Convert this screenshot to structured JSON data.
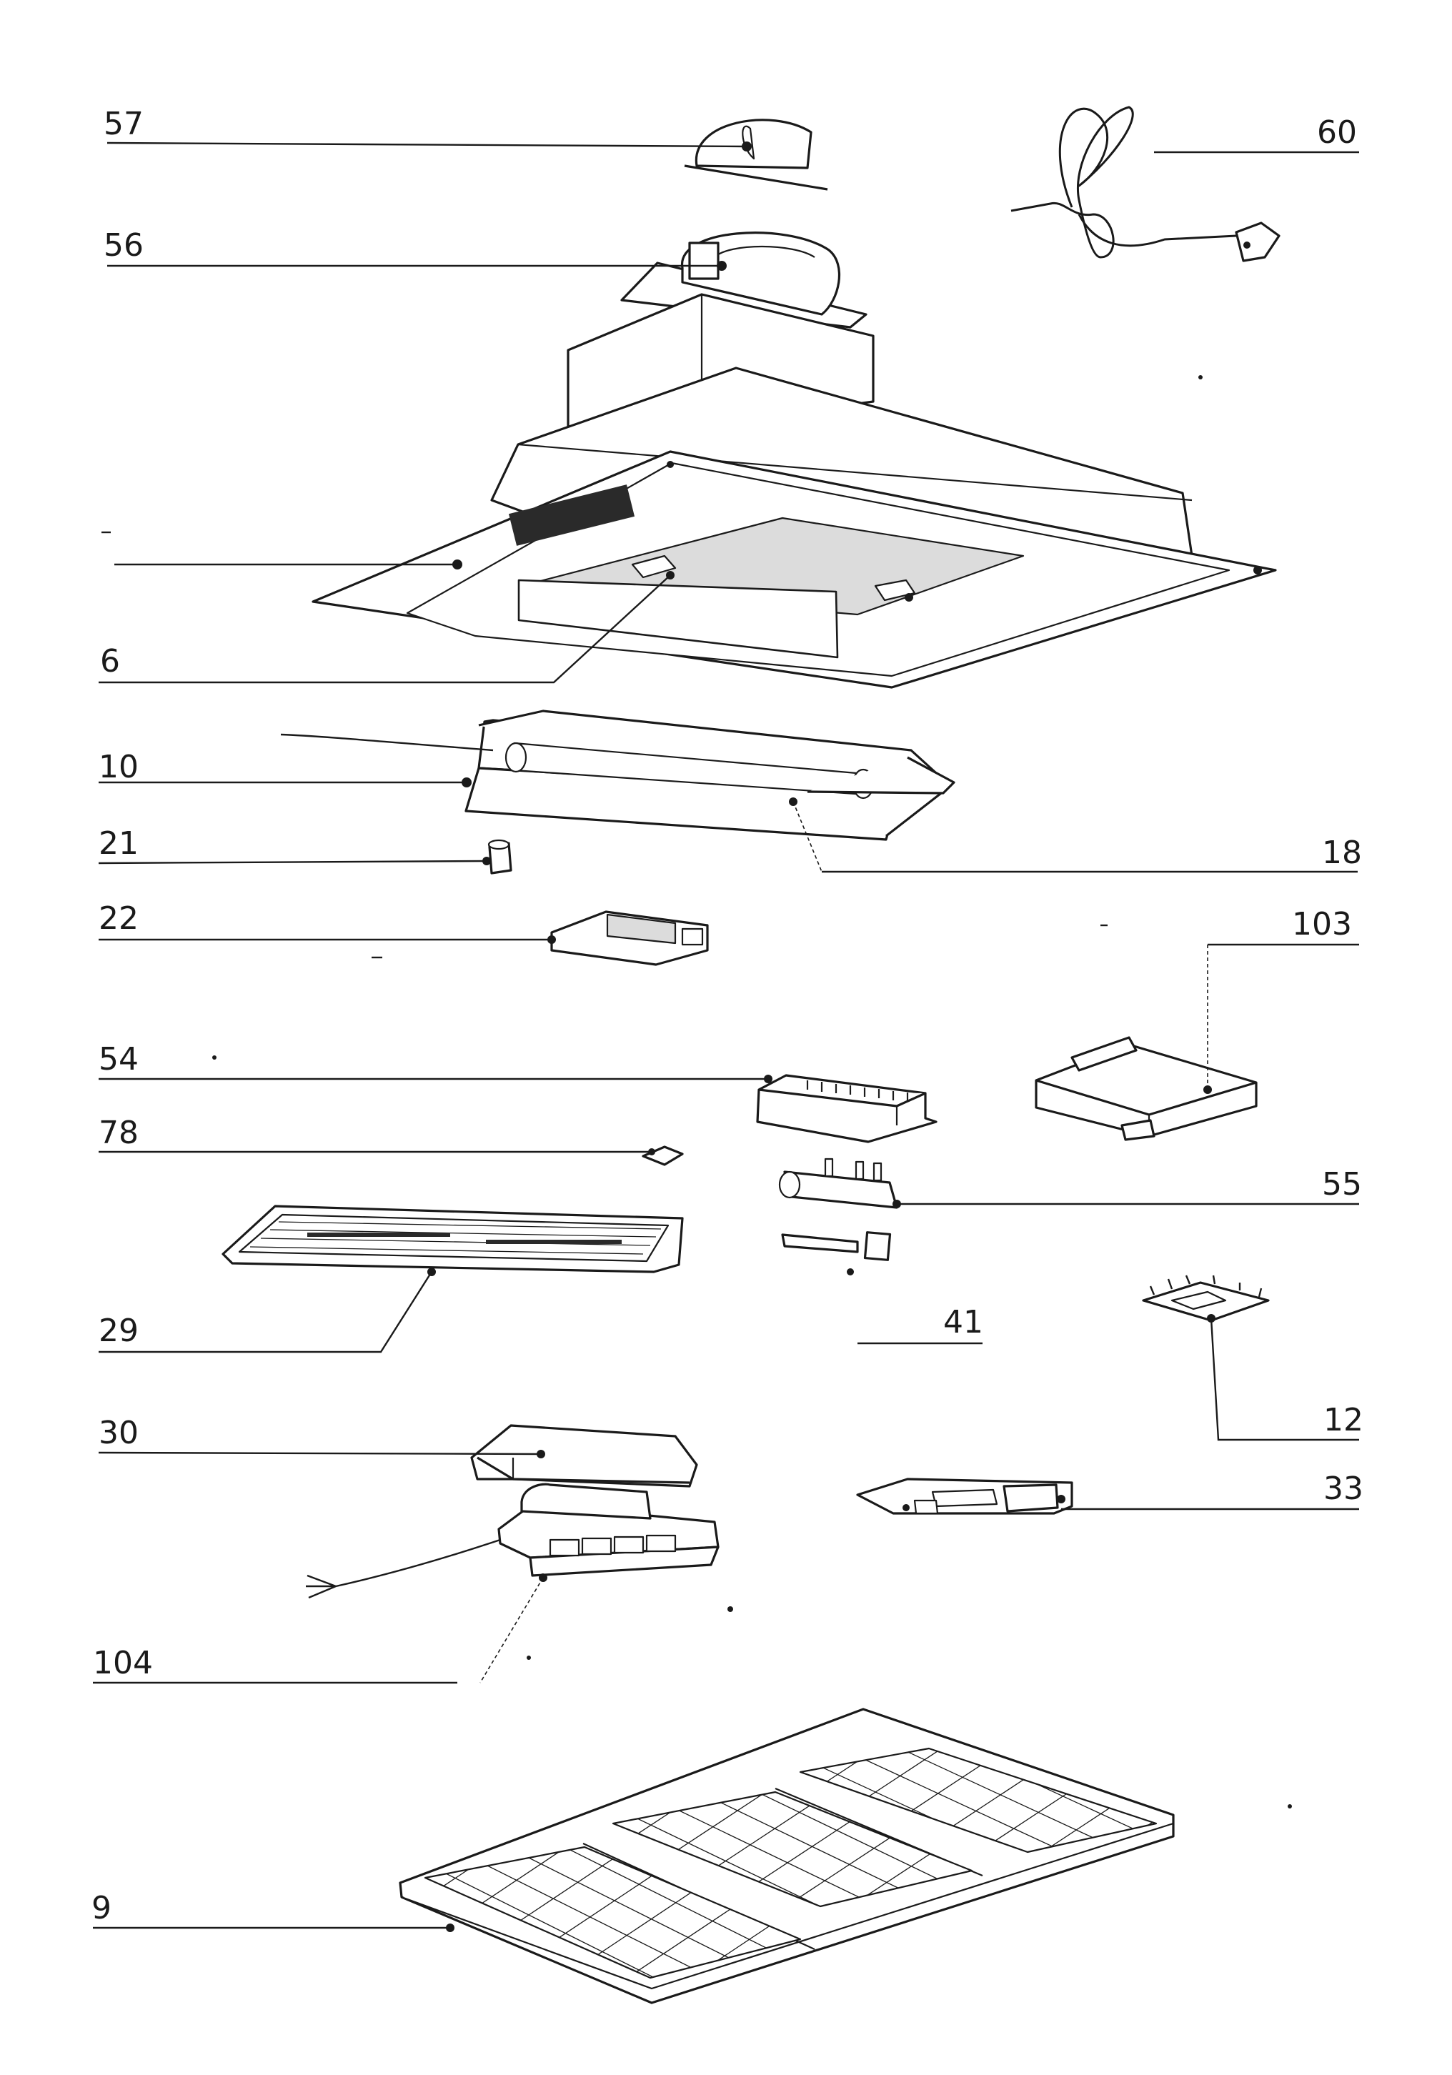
{
  "labels": {
    "p57": "57",
    "p60": "60",
    "p56": "56",
    "p6": "6",
    "p10": "10",
    "p18": "18",
    "p21": "21",
    "p22": "22",
    "p103": "103",
    "p54": "54",
    "p78": "78",
    "p55": "55",
    "p29": "29",
    "p41": "41",
    "p12": "12",
    "p30": "30",
    "p33": "33",
    "p104": "104",
    "p9": "9"
  }
}
